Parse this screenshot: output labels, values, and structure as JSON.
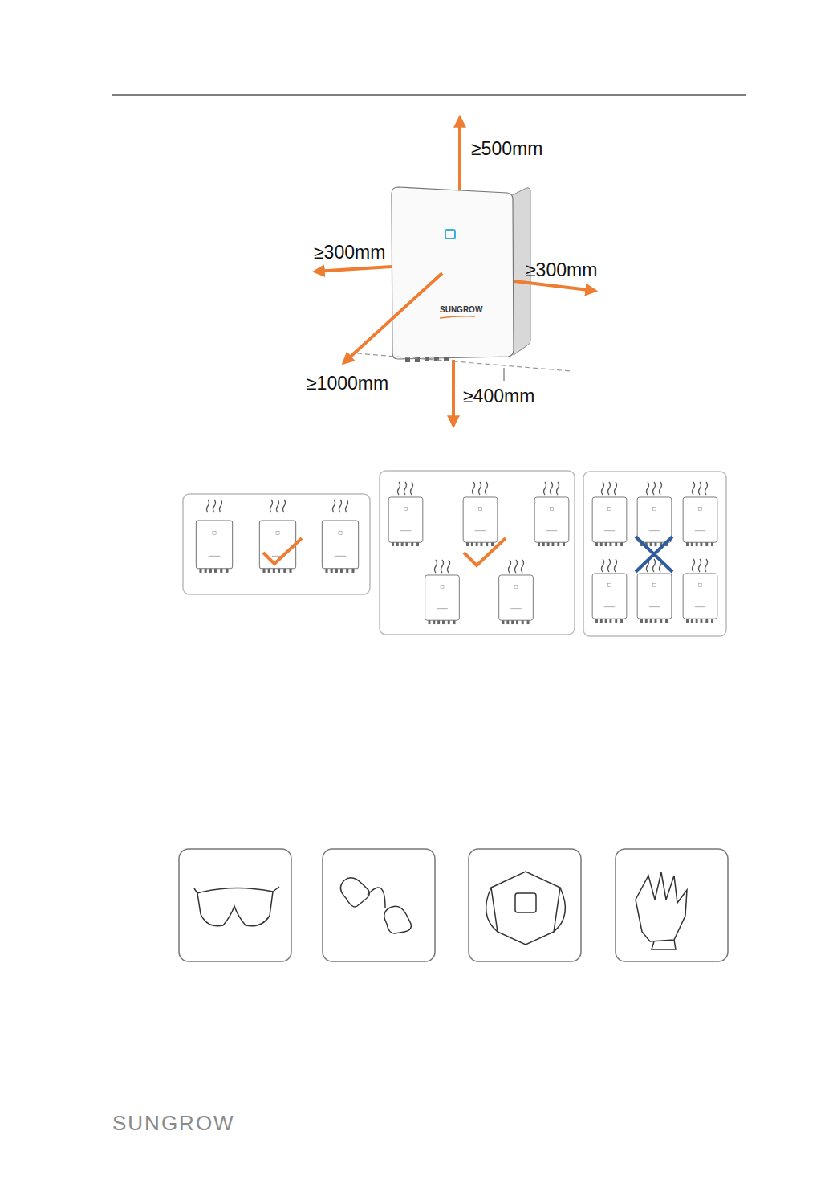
{
  "diagram": {
    "labels": [
      "≥500mm",
      "≥300mm",
      "≥300mm",
      "≥1000mm",
      "≥400mm",
      "SUNGROW",
      "SUNGROW"
    ]
  }
}
